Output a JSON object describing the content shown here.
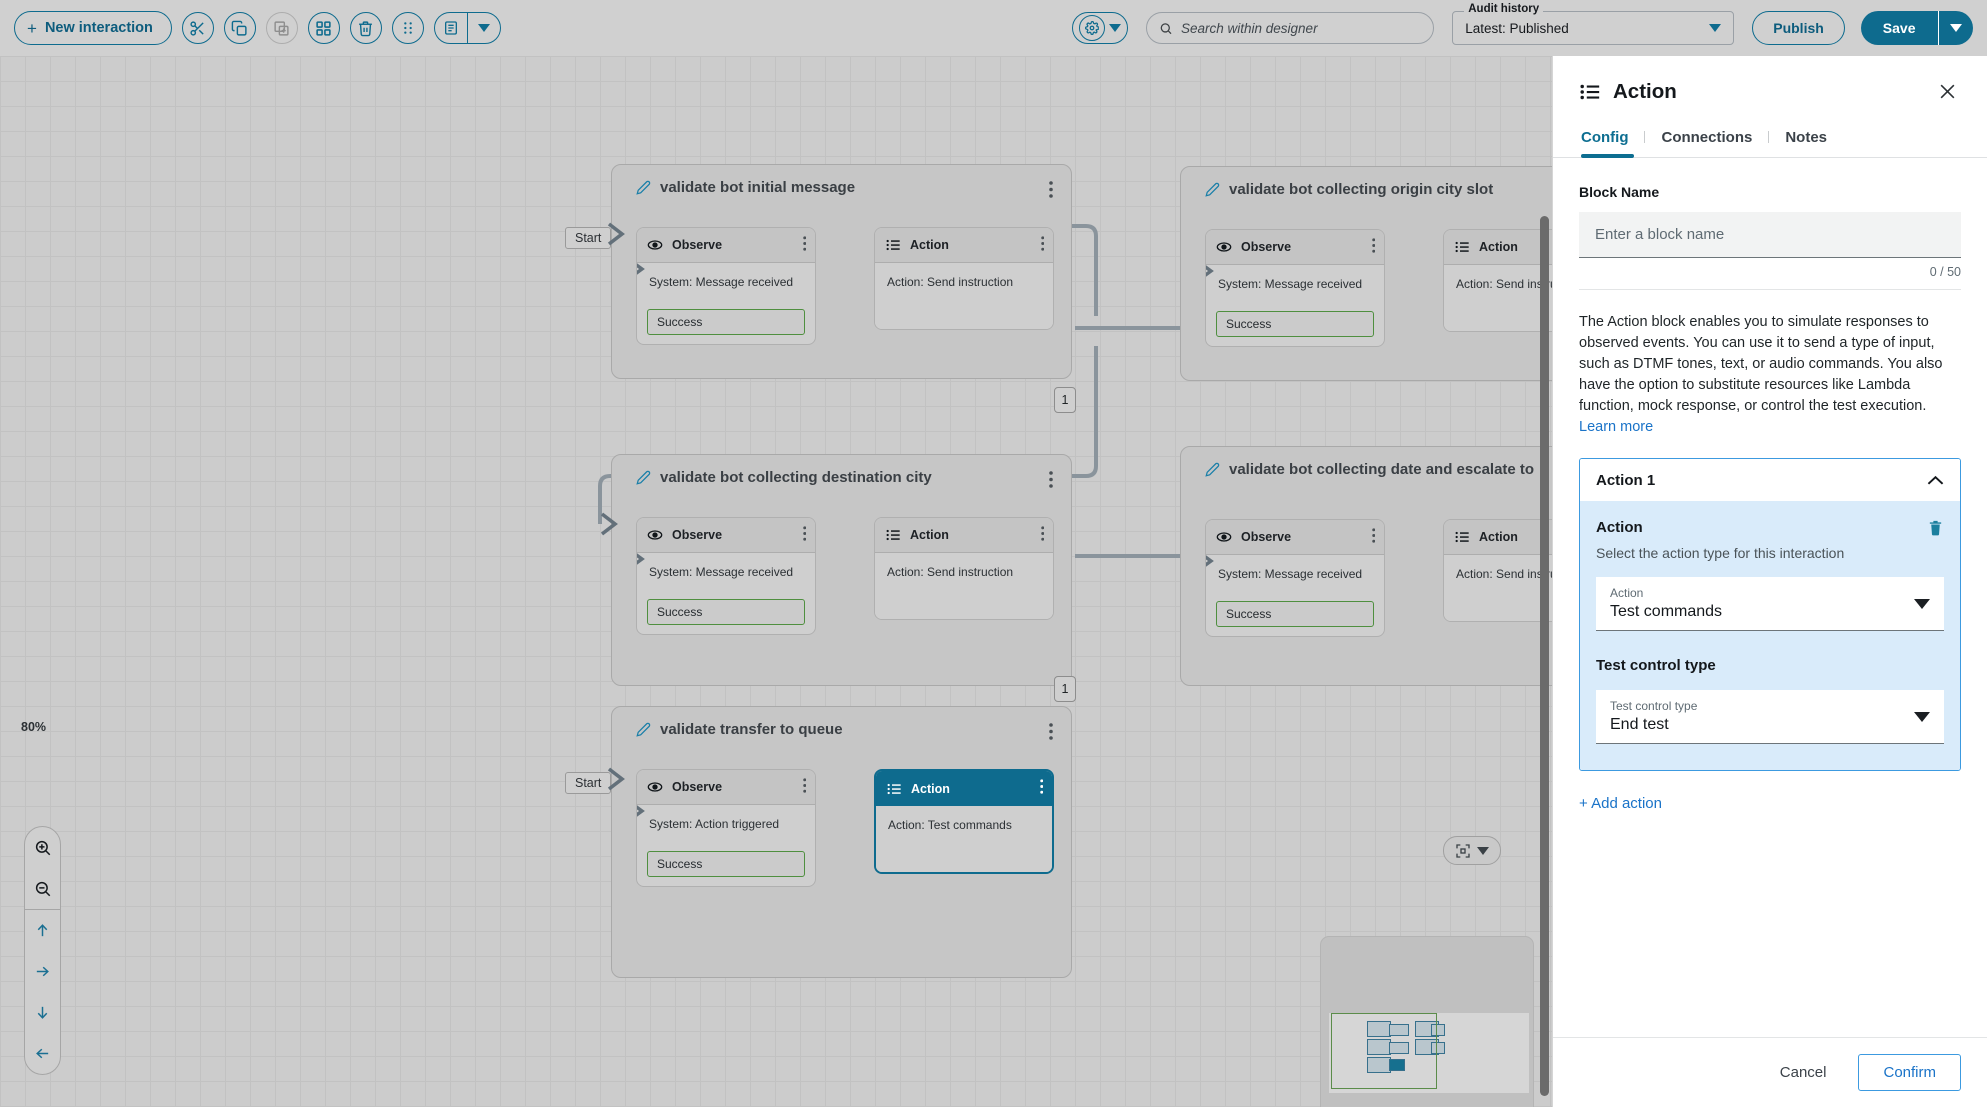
{
  "toolbar": {
    "new_interaction_label": "New interaction",
    "plus_glyph": "+",
    "icons": [
      {
        "name": "cut-icon",
        "label": "Cut"
      },
      {
        "name": "copy-icon",
        "label": "Copy"
      },
      {
        "name": "paste-icon",
        "label": "Paste"
      },
      {
        "name": "group-icon",
        "label": "Group"
      },
      {
        "name": "delete-icon",
        "label": "Delete"
      },
      {
        "name": "drag-handle-icon",
        "label": "Reorder"
      },
      {
        "name": "notes-icon",
        "label": "Notes"
      }
    ],
    "settings_icon": "gear-icon",
    "publish_label": "Publish",
    "save_label": "Save"
  },
  "search": {
    "icon": "search-icon",
    "placeholder": "Search within designer",
    "value": ""
  },
  "audit_history": {
    "label": "Audit history",
    "selected": "Latest: Published"
  },
  "canvas": {
    "zoom_level": "80%",
    "zoom_controls": [
      {
        "name": "zoom-in-icon",
        "label": "Zoom in"
      },
      {
        "name": "zoom-out-icon",
        "label": "Zoom out"
      },
      {
        "name": "pan-up-icon",
        "label": "Pan up"
      },
      {
        "name": "pan-right-icon",
        "label": "Pan right"
      },
      {
        "name": "pan-down-icon",
        "label": "Pan down"
      },
      {
        "name": "pan-left-icon",
        "label": "Pan left"
      }
    ],
    "minimap_toggle_icon": "fit-to-screen-icon",
    "start_tag": "Start",
    "connection_labels": [
      "1",
      "1"
    ],
    "groups": [
      {
        "title": "validate bot initial message",
        "has_start": true,
        "nodes": [
          {
            "type": "Observe",
            "icon": "eye-icon",
            "body": "System: Message received",
            "port": "Success",
            "selected": false
          },
          {
            "type": "Action",
            "icon": "list-icon",
            "body": "Action: Send instruction",
            "port": null,
            "selected": false
          }
        ]
      },
      {
        "title": "validate bot collecting origin city slot",
        "has_start": false,
        "nodes": [
          {
            "type": "Observe",
            "icon": "eye-icon",
            "body": "System: Message received",
            "port": "Success",
            "selected": false
          },
          {
            "type": "Action",
            "icon": "list-icon",
            "body": "Action: Send instruc",
            "port": null,
            "selected": false
          }
        ]
      },
      {
        "title": "validate bot collecting destination city",
        "has_start": false,
        "nodes": [
          {
            "type": "Observe",
            "icon": "eye-icon",
            "body": "System: Message received",
            "port": "Success",
            "selected": false
          },
          {
            "type": "Action",
            "icon": "list-icon",
            "body": "Action: Send instruction",
            "port": null,
            "selected": false
          }
        ]
      },
      {
        "title": "validate bot collecting date and escalate to",
        "has_start": false,
        "nodes": [
          {
            "type": "Observe",
            "icon": "eye-icon",
            "body": "System: Message received",
            "port": "Success",
            "selected": false
          },
          {
            "type": "Action",
            "icon": "list-icon",
            "body": "Action: Send instruc",
            "port": null,
            "selected": false
          }
        ]
      },
      {
        "title": "validate transfer to queue",
        "has_start": true,
        "nodes": [
          {
            "type": "Observe",
            "icon": "eye-icon",
            "body": "System: Action triggered",
            "port": "Success",
            "selected": false
          },
          {
            "type": "Action",
            "icon": "list-icon",
            "body": "Action: Test commands",
            "port": null,
            "selected": true
          }
        ]
      }
    ]
  },
  "panel": {
    "icon": "list-icon",
    "title": "Action",
    "close_icon": "close-icon",
    "tabs": [
      {
        "label": "Config",
        "active": true
      },
      {
        "label": "Connections",
        "active": false
      },
      {
        "label": "Notes",
        "active": false
      }
    ],
    "block_name": {
      "label": "Block Name",
      "placeholder": "Enter a block name",
      "value": "",
      "counter": "0 / 50"
    },
    "description": "The Action block enables you to simulate responses to observed events. You can use it to send a type of input, such as DTMF tones, text, or audio commands. You also have the option to substitute resources like Lambda function, mock response, or control the test execution. ",
    "description_link": "Learn more",
    "action_card": {
      "title": "Action 1",
      "expanded": true,
      "collapse_icon": "chevron-up-icon",
      "delete_icon": "trash-icon",
      "section_heading": "Action",
      "section_sub": "Select the action type for this interaction",
      "action_select": {
        "caption": "Action",
        "value": "Test commands"
      },
      "test_control_heading": "Test control type",
      "test_control_select": {
        "caption": "Test control type",
        "value": "End test"
      }
    },
    "add_action_label": "+ Add action",
    "cancel_label": "Cancel",
    "confirm_label": "Confirm"
  },
  "colors": {
    "accent": "#0e6b8e",
    "link": "#1a73c8",
    "wire_green": "#4f8f3f",
    "wire_gray": "#6b7780",
    "panel_card_bg": "#d9ebfa"
  }
}
